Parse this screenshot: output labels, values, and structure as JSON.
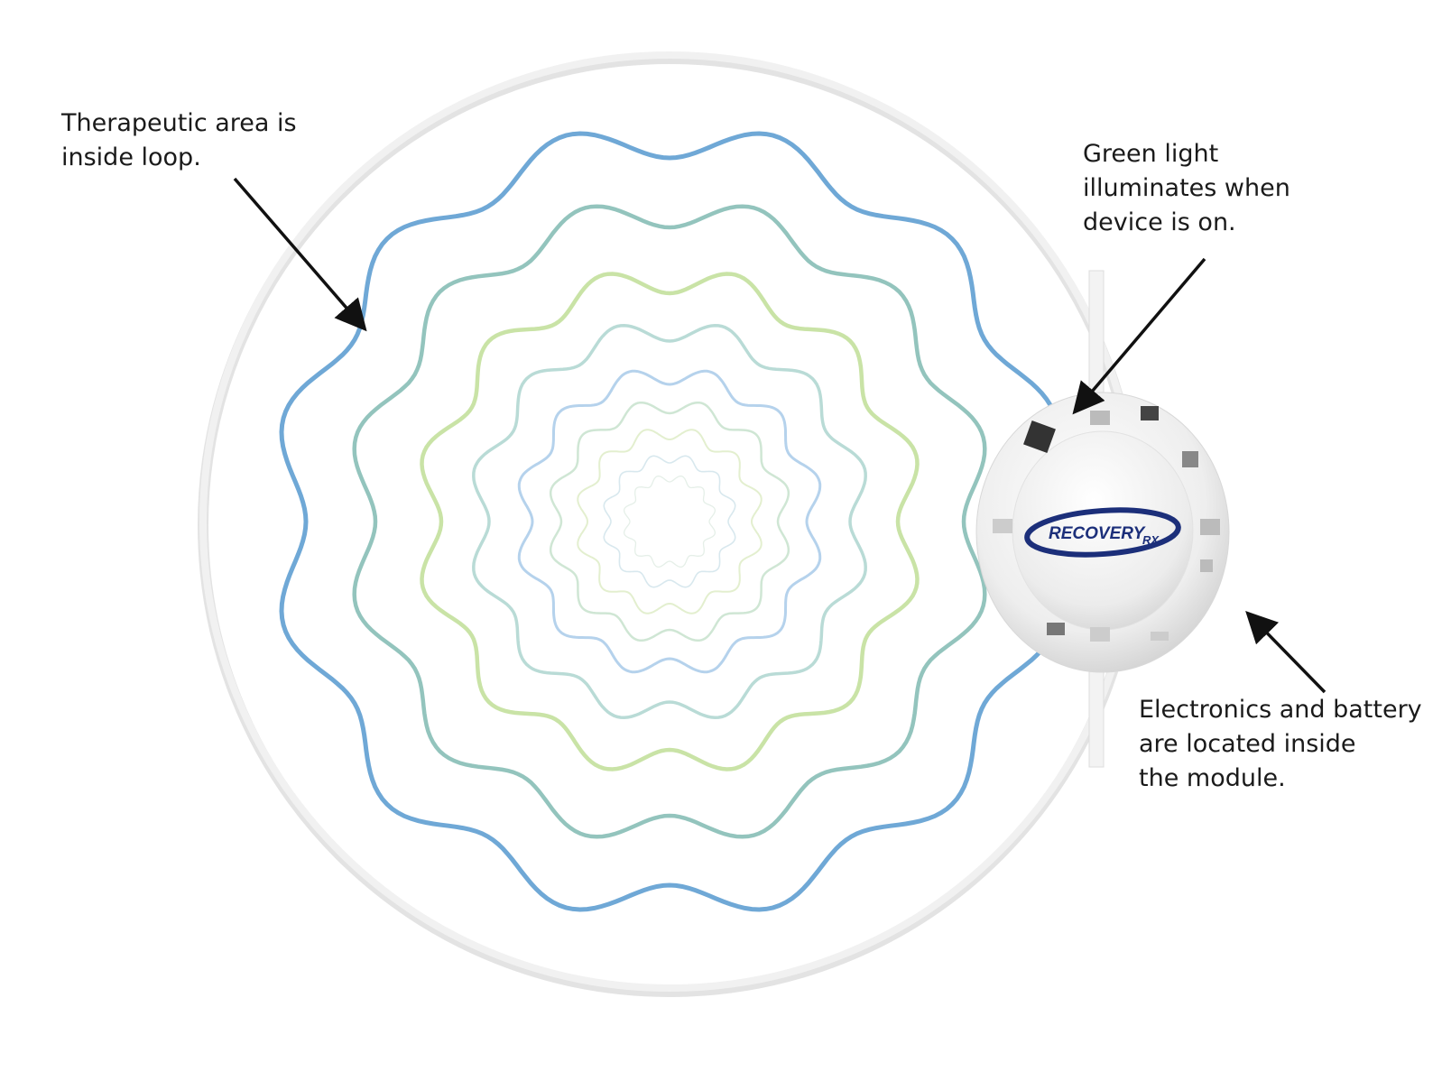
{
  "annotations": {
    "therapeutic": "Therapeutic area is\ninside loop.",
    "green_light": "Green light\nilluminates when\ndevice is on.",
    "electronics": "Electronics and battery\nare located inside\nthe module."
  },
  "logo": {
    "brand": "RECOVERY",
    "suffix": "RX"
  },
  "colors": {
    "rings": [
      "#6fa8d6",
      "#93c4bd",
      "#c9e3a6",
      "#b9dbd6",
      "#b5d2ec",
      "#cfe6d4",
      "#e3efcf",
      "#d8e8ee",
      "#e5efe8"
    ],
    "loop": "#e6e6e6",
    "logo": "#1c2f7a",
    "arrow": "#111111"
  }
}
